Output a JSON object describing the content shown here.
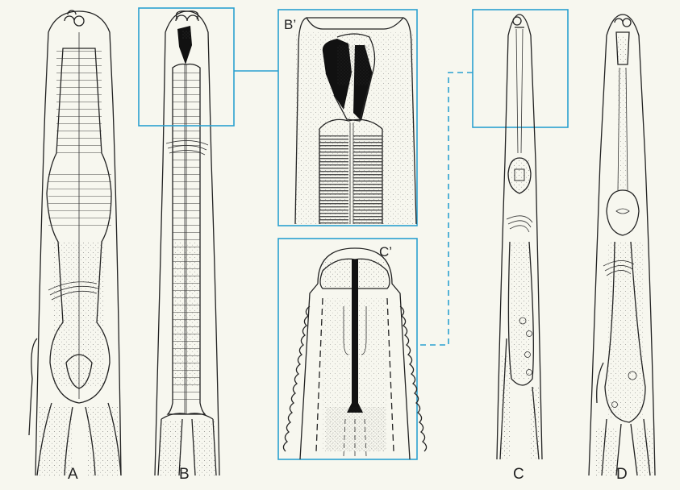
{
  "panels": {
    "A": "A",
    "B": "B",
    "B_prime": "B’",
    "C_prime": "C’",
    "C": "C",
    "D": "D"
  },
  "colors": {
    "background": "#f7f7ef",
    "ink": "#222222",
    "callout": "#2aa0d0",
    "stylet": "#111111"
  }
}
